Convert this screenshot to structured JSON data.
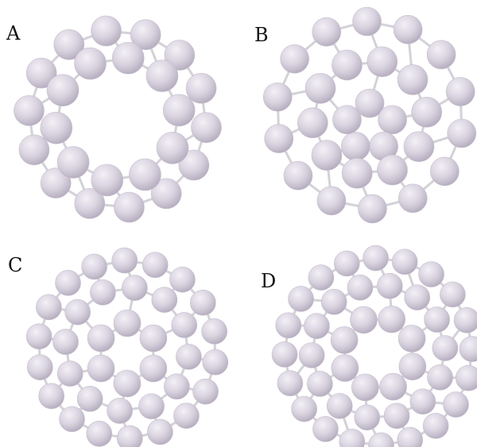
{
  "figure": {
    "panels": [
      {
        "id": "A",
        "label": "A"
      },
      {
        "id": "B",
        "label": "B"
      },
      {
        "id": "C",
        "label": "C"
      },
      {
        "id": "D",
        "label": "D"
      }
    ],
    "colors": {
      "background": "#ffffff",
      "atom_light": "#f3f0f6",
      "atom_mid": "#d9d3e0",
      "atom_dark": "#b6aebf",
      "bond": "#d2d2d8",
      "label": "#111111"
    }
  }
}
